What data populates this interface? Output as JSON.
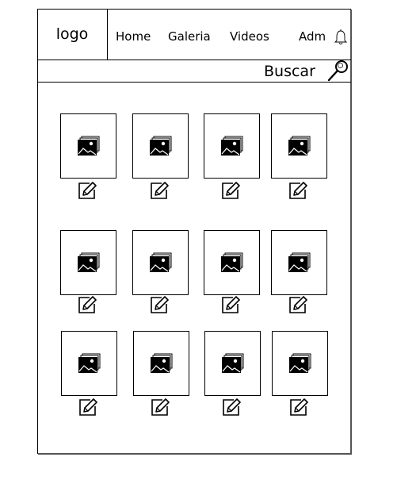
{
  "header": {
    "logo": "logo",
    "nav": [
      "Home",
      "Galeria",
      "Videos",
      "Adm"
    ]
  },
  "search": {
    "label": "Buscar"
  },
  "gallery": {
    "rows": 3,
    "columns": 4,
    "item_icon": "image-icon",
    "action_icon": "edit-icon"
  }
}
